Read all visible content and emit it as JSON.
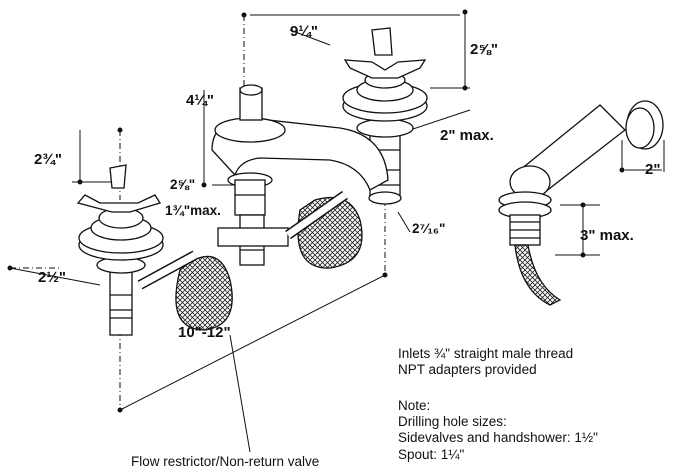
{
  "dimensions": {
    "spout_width": "9¼\"",
    "right_handle_height": "2⅝\"",
    "spout_height": "4¼\"",
    "valve_max": "2\" max.",
    "left_handle_height": "2¾\"",
    "spout_base": "2⅝\"",
    "spout_max": "1¾\"max.",
    "spout_projection": "2⁷⁄₁₆\"",
    "valve_width": "2½\"",
    "spread": "10\"-12\"",
    "handshower_width": "2\"",
    "handshower_max": "3\" max."
  },
  "inlets_note": [
    "Inlets ¾\" straight male thread",
    "NPT adapters provided"
  ],
  "drilling_note": [
    "Note:",
    "Drilling hole sizes:",
    "Sidevalves and handshower: 1½\"",
    "Spout: 1¼\""
  ],
  "caption": "Flow restrictor/Non-return valve"
}
